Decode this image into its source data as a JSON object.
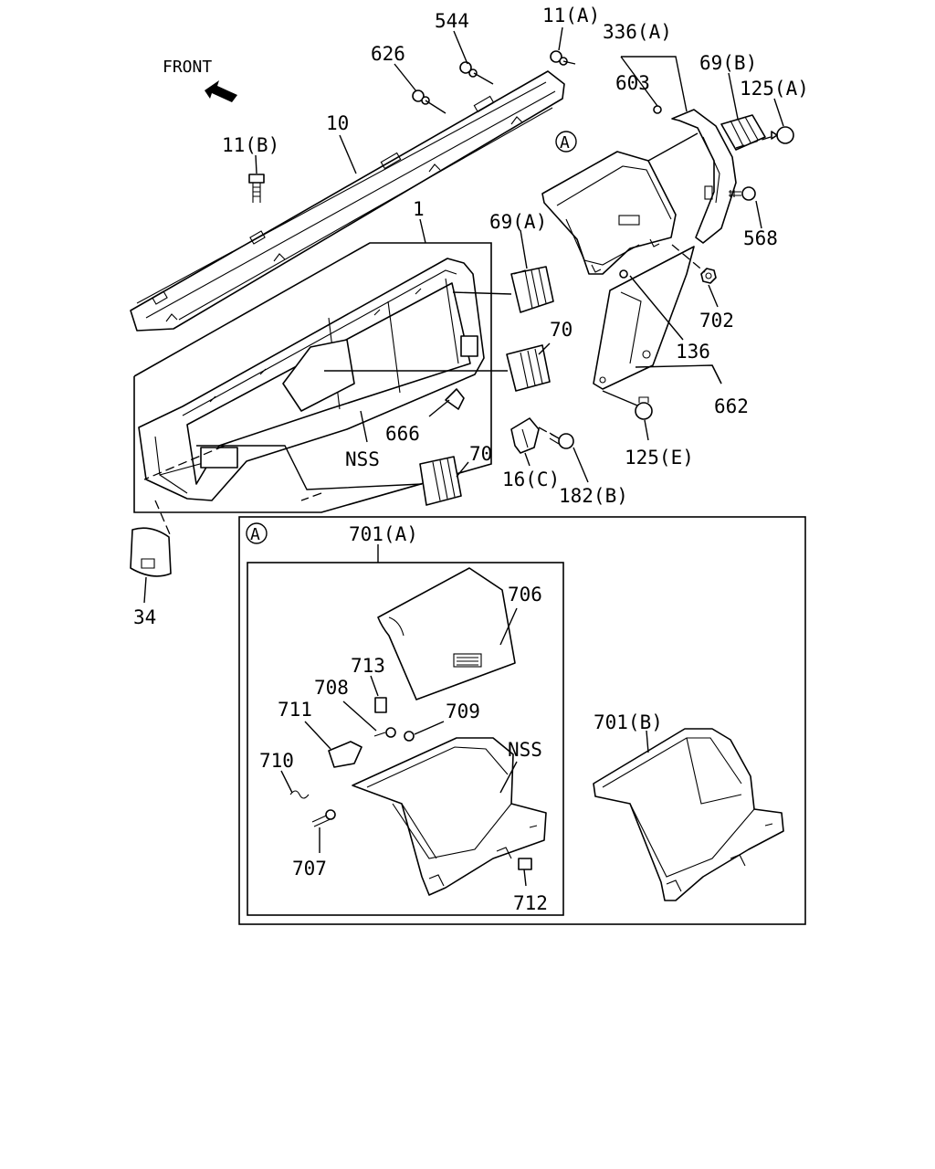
{
  "labels": {
    "front": "FRONT",
    "p544": "544",
    "p11a": "11(A)",
    "p336a": "336(A)",
    "p626": "626",
    "p603": "603",
    "p69b": "69(B)",
    "p125a": "125(A)",
    "p10": "10",
    "p11b": "11(B)",
    "pA_top": "A",
    "p568": "568",
    "p1": "1",
    "p69a": "69(A)",
    "p702": "702",
    "p70_top": "70",
    "p136": "136",
    "p662": "662",
    "p666": "666",
    "pnss_top": "NSS",
    "p70_bot": "70",
    "p16c": "16(C)",
    "p182b": "182(B)",
    "p125e": "125(E)",
    "p34": "34",
    "pA_box": "A",
    "p701a": "701(A)",
    "p706": "706",
    "p713": "713",
    "p708": "708",
    "p711": "711",
    "p709": "709",
    "p710": "710",
    "pnss_box": "NSS",
    "p707": "707",
    "p712": "712",
    "p701b": "701(B)"
  }
}
